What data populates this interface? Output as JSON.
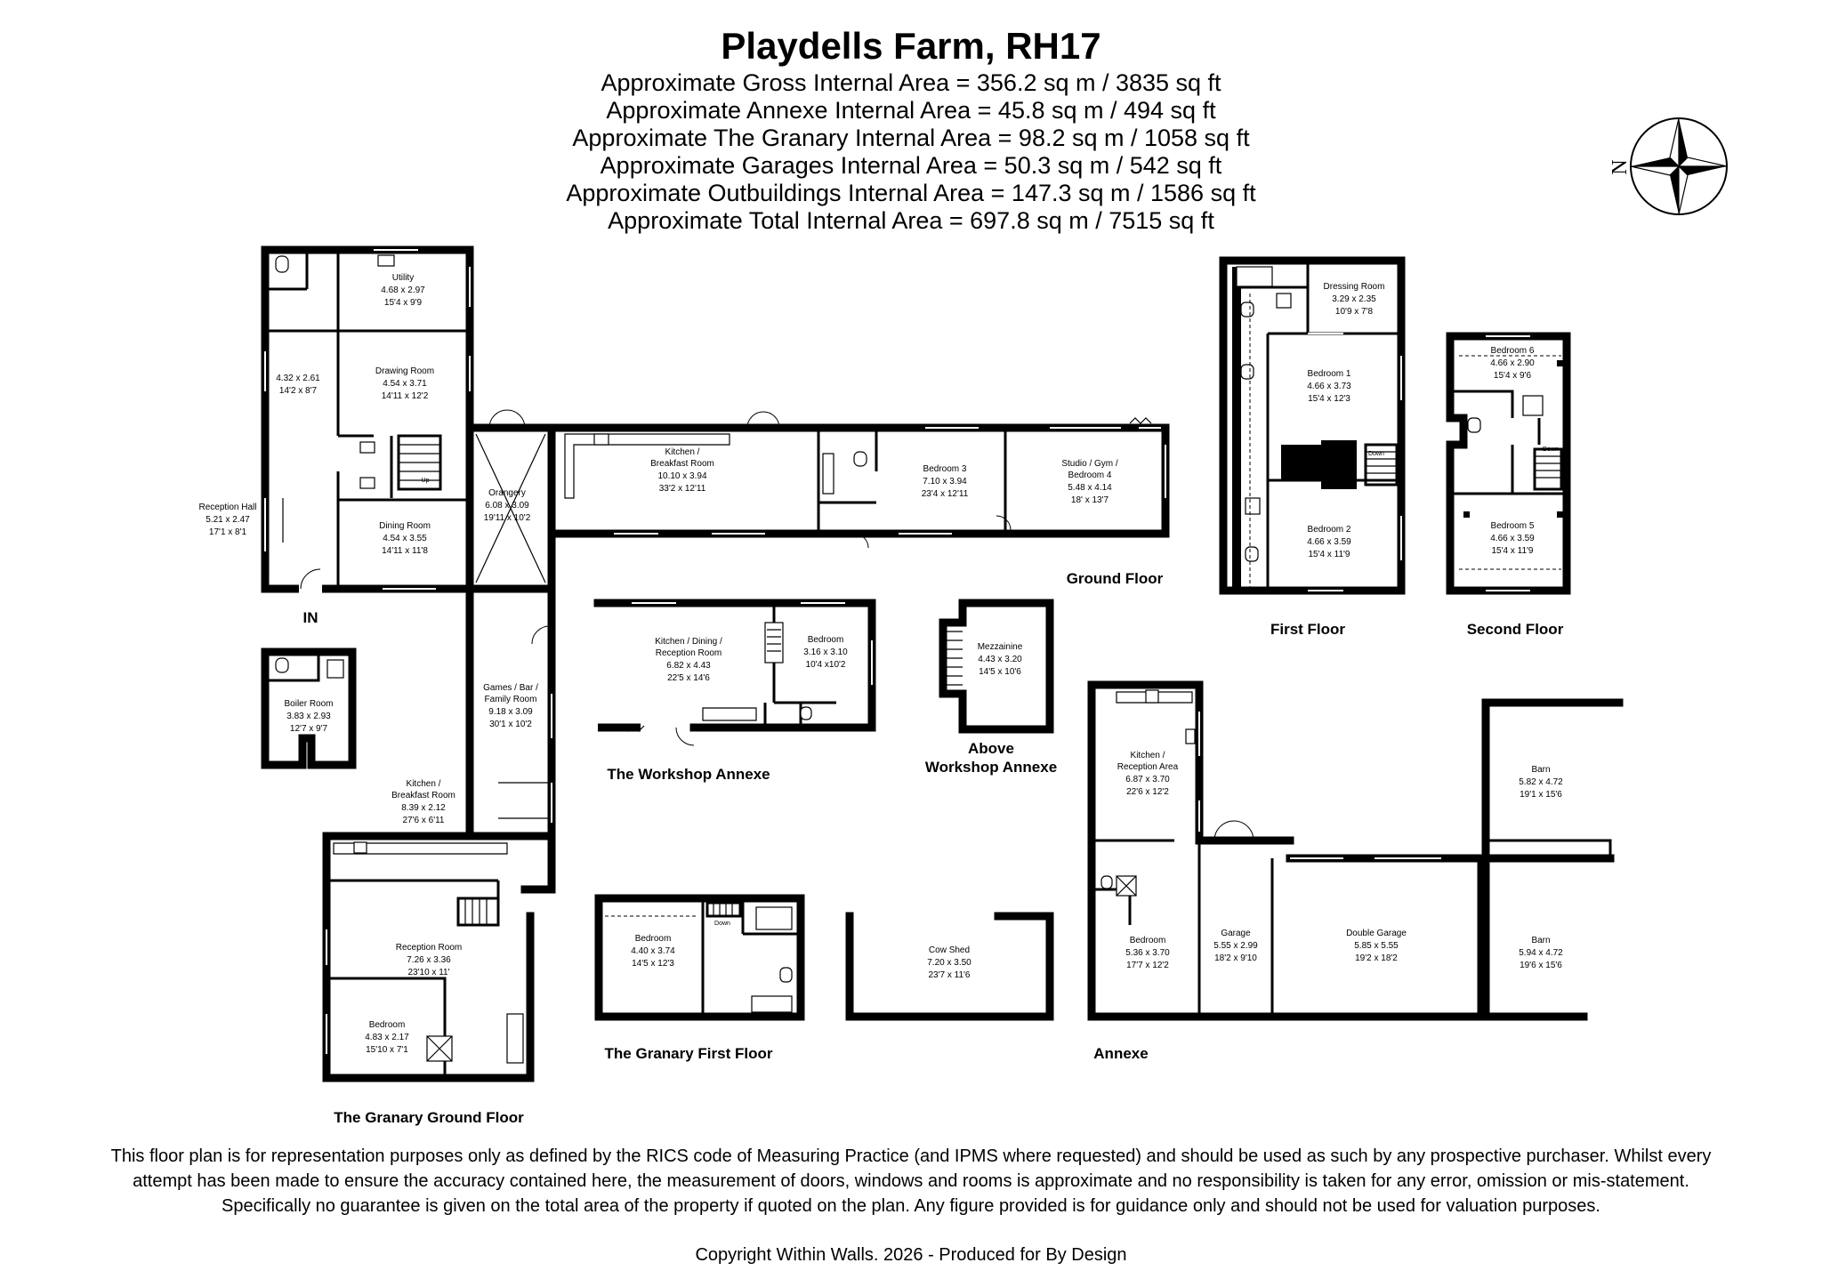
{
  "header": {
    "title": "Playdells Farm, RH17",
    "areas": [
      "Approximate Gross Internal Area = 356.2 sq m / 3835 sq ft",
      "Approximate Annexe Internal Area = 45.8 sq m / 494 sq ft",
      "Approximate The Granary Internal Area = 98.2 sq m / 1058 sq ft",
      "Approximate Garages Internal Area = 50.3 sq m / 542 sq ft",
      "Approximate Outbuildings Internal Area = 147.3 sq m / 1586 sq ft",
      "Approximate Total Internal Area = 697.8 sq m / 7515 sq ft"
    ]
  },
  "compass": {
    "label": "N",
    "icon": "compass-rose-icon"
  },
  "sections": {
    "ground_floor": "Ground Floor",
    "first_floor": "First Floor",
    "second_floor": "Second Floor",
    "workshop_annexe": "The Workshop Annexe",
    "above_workshop_1": "Above",
    "above_workshop_2": "Workshop Annexe",
    "annexe": "Annexe",
    "granary_first": "The Granary First Floor",
    "granary_ground": "The Granary Ground Floor",
    "entrance": "IN"
  },
  "rooms": {
    "utility": {
      "name": "Utility",
      "metric": "4.68 x 2.97",
      "imperial": "15'4 x 9'9"
    },
    "unnamed": {
      "metric": "4.32 x 2.61",
      "imperial": "14'2 x 8'7"
    },
    "drawing": {
      "name": "Drawing Room",
      "metric": "4.54 x 3.71",
      "imperial": "14'11 x 12'2"
    },
    "reception_hall": {
      "name": "Reception Hall",
      "metric": "5.21 x 2.47",
      "imperial": "17'1 x 8'1"
    },
    "dining": {
      "name": "Dining Room",
      "metric": "4.54 x 3.55",
      "imperial": "14'11 x 11'8"
    },
    "orangery": {
      "name": "Orangery",
      "metric": "6.08 x 3.09",
      "imperial": "19'11 x 10'2"
    },
    "kitchen_main": {
      "name1": "Kitchen /",
      "name2": "Breakfast Room",
      "metric": "10.10 x 3.94",
      "imperial": "33'2 x 12'11"
    },
    "bedroom3": {
      "name": "Bedroom 3",
      "metric": "7.10 x 3.94",
      "imperial": "23'4 x 12'11"
    },
    "studio": {
      "name1": "Studio / Gym /",
      "name2": "Bedroom 4",
      "metric": "5.48 x 4.14",
      "imperial": "18' x 13'7"
    },
    "boiler": {
      "name": "Boiler Room",
      "metric": "3.83 x 2.93",
      "imperial": "12'7 x 9'7"
    },
    "games": {
      "name1": "Games / Bar /",
      "name2": "Family Room",
      "metric": "9.18 x 3.09",
      "imperial": "30'1 x 10'2"
    },
    "kitchen_link": {
      "name1": "Kitchen /",
      "name2": "Breakfast Room",
      "metric": "8.39 x 2.12",
      "imperial": "27'6 x 6'11"
    },
    "workshop_kitchen": {
      "name1": "Kitchen / Dining /",
      "name2": "Reception Room",
      "metric": "6.82 x 4.43",
      "imperial": "22'5 x 14'6"
    },
    "workshop_bedroom": {
      "name": "Bedroom",
      "metric": "3.16 x 3.10",
      "imperial": "10'4 x10'2"
    },
    "mezzanine": {
      "name": "Mezzainine",
      "metric": "4.43 x 3.20",
      "imperial": "14'5 x 10'6"
    },
    "dressing": {
      "name": "Dressing Room",
      "metric": "3.29 x 2.35",
      "imperial": "10'9 x 7'8"
    },
    "bedroom1": {
      "name": "Bedroom 1",
      "metric": "4.66 x 3.73",
      "imperial": "15'4 x 12'3"
    },
    "bedroom2": {
      "name": "Bedroom 2",
      "metric": "4.66 x 3.59",
      "imperial": "15'4 x 11'9"
    },
    "bedroom6": {
      "name": "Bedroom 6",
      "metric": "4.66 x 2.90",
      "imperial": "15'4 x 9'6"
    },
    "bedroom5": {
      "name": "Bedroom 5",
      "metric": "4.66 x 3.59",
      "imperial": "15'4 x 11'9"
    },
    "annexe_kitchen": {
      "name1": "Kitchen /",
      "name2": "Reception Area",
      "metric": "6.87 x 3.70",
      "imperial": "22'6 x 12'2"
    },
    "annexe_bedroom": {
      "name": "Bedroom",
      "metric": "5.36 x 3.70",
      "imperial": "17'7 x 12'2"
    },
    "garage": {
      "name": "Garage",
      "metric": "5.55 x 2.99",
      "imperial": "18'2 x 9'10"
    },
    "double_garage": {
      "name": "Double Garage",
      "metric": "5.85 x 5.55",
      "imperial": "19'2 x 18'2"
    },
    "barn1": {
      "name": "Barn",
      "metric": "5.82 x 4.72",
      "imperial": "19'1 x 15'6"
    },
    "barn2": {
      "name": "Barn",
      "metric": "5.94 x 4.72",
      "imperial": "19'6 x 15'6"
    },
    "cow_shed": {
      "name": "Cow Shed",
      "metric": "7.20 x 3.50",
      "imperial": "23'7 x 11'6"
    },
    "granary_bedroom_first": {
      "name": "Bedroom",
      "metric": "4.40 x 3.74",
      "imperial": "14'5 x 12'3"
    },
    "granary_reception": {
      "name": "Reception Room",
      "metric": "7.26 x 3.36",
      "imperial": "23'10 x 11'"
    },
    "granary_bedroom_ground": {
      "name": "Bedroom",
      "metric": "4.83 x 2.17",
      "imperial": "15'10 x 7'1"
    }
  },
  "stair_labels": {
    "up": "Up",
    "down": "Down"
  },
  "footer": {
    "disclaimer": "This floor plan is for representation purposes only as defined by the RICS code of Measuring Practice (and IPMS where requested) and should be used as such by any prospective purchaser. Whilst every attempt has been made to ensure the accuracy contained here, the measurement of doors, windows and rooms is approximate and no responsibility is taken for any error, omission or mis-statement. Specifically no guarantee is given on the total area of the property if quoted on the plan. Any figure provided is for guidance only and should not be used for valuation purposes.",
    "copyright": "Copyright Within Walls. 2026 - Produced for By Design"
  }
}
